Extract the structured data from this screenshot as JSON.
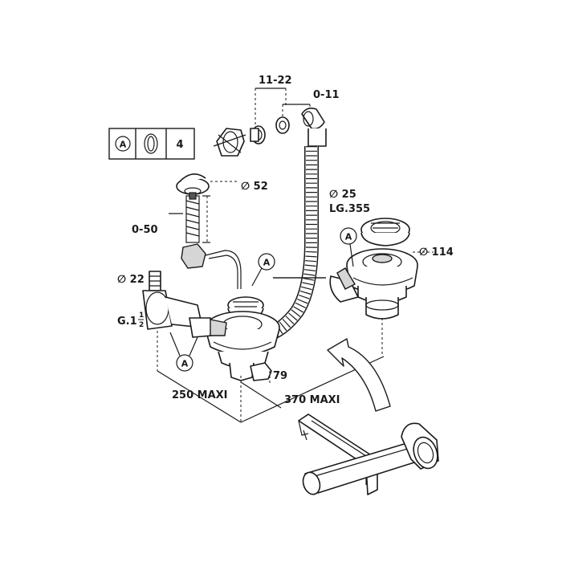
{
  "legend": {
    "circle_letter": "A",
    "quantity": "4"
  },
  "dimensions": {
    "overflow_depth_range": "11-22",
    "overflow_thickness_range": "0-11",
    "knob_diameter": "∅ 52",
    "rod_range": "0-50",
    "hose_diameter": "∅ 25",
    "hose_length": "LG.355",
    "strainer_diameter": "∅ 114",
    "inlet_diameter": "∅ 22",
    "thread": "G.1",
    "thread_fraction_num": "1",
    "thread_fraction_den": "2",
    "drop_height": "79",
    "width_left": "250 MAXI",
    "width_right": "370 MAXI"
  },
  "markers": {
    "a1": "A",
    "a2": "A",
    "a3": "A"
  },
  "colors": {
    "line": "#1a1a1a",
    "fill": "#ffffff",
    "shade": "#d6d6d6"
  }
}
